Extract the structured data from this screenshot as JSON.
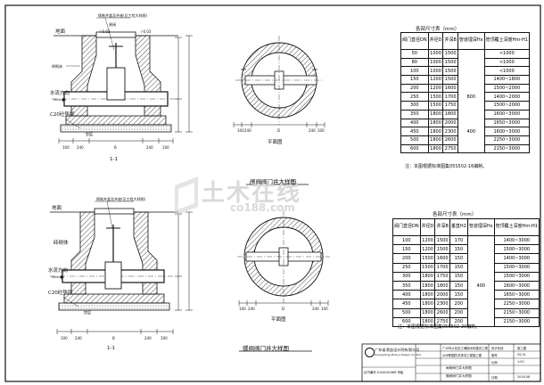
{
  "watermark": {
    "title": "土木在线",
    "site": "co188.com"
  },
  "top_drawing": {
    "caption": "闸阀阀门井大样图",
    "section_label": "1-1",
    "plan_label": "平面图",
    "labels": {
      "ground": "地面",
      "elev_top": "i-0.03",
      "elev_right": "i-0.03",
      "cover_note": "铸铁井盖及井座(见工程大样图)",
      "gate_note": "闸阀",
      "flow_dir": "水流方向",
      "concrete": "C20砼垫层",
      "brick_wall": "砖砌体",
      "cushion": "垫层"
    },
    "dimensions": [
      "100",
      "240",
      "B",
      "240",
      "100"
    ],
    "plan_dims": [
      "100",
      "240",
      "D",
      "240",
      "100"
    ]
  },
  "bottom_drawing": {
    "caption": "蝶阀阀门井大样图",
    "section_label": "1-1",
    "plan_label": "平面图",
    "labels": {
      "ground": "地面",
      "cover_note": "铸铁井盖及井座(见工程大样图)",
      "valve_note": "砖砌体",
      "flow_dir": "水流方向",
      "concrete": "C20砼垫层",
      "cushion": "垫层"
    },
    "dimensions": [
      "100",
      "240",
      "B",
      "240",
      "100"
    ],
    "plan_dims": [
      "100",
      "240",
      "D",
      "240",
      "100"
    ]
  },
  "table1": {
    "title": "各部尺寸表（mm）",
    "headers": [
      "阀门直径DN",
      "井径D",
      "井深B",
      "管道埋深Hx",
      "管顶覆土深度Hm-H1"
    ],
    "rows": [
      [
        "50",
        "1000",
        "1500",
        "",
        "<1000"
      ],
      [
        "80",
        "1000",
        "1500",
        "",
        "<1000"
      ],
      [
        "100",
        "1000",
        "1500",
        "",
        "<1000"
      ],
      [
        "150",
        "1200",
        "1500",
        "",
        "1400~1800"
      ],
      [
        "200",
        "1200",
        "1600",
        "",
        "1500~2000"
      ],
      [
        "250",
        "1500",
        "1700",
        "800",
        "1400~2000"
      ],
      [
        "300",
        "1500",
        "1750",
        "",
        "1500~2000"
      ],
      [
        "350",
        "1800",
        "1800",
        "",
        "1600~3000"
      ],
      [
        "400",
        "1800",
        "2000",
        "",
        "1650~3000"
      ],
      [
        "450",
        "1800",
        "2300",
        "400",
        "1600~3000"
      ],
      [
        "500",
        "1800",
        "2600",
        "",
        "2250~3000"
      ],
      [
        "600",
        "1800",
        "2750",
        "",
        "2150~3000"
      ]
    ],
    "note": "注：本图根据标准图集05S502-16编制。"
  },
  "table2": {
    "title": "各部尺寸表（mm）",
    "headers": [
      "阀门直径DN",
      "井径D",
      "井深B",
      "垂直H2",
      "管道埋深Hx",
      "管顶覆土深度Hm-H1"
    ],
    "rows": [
      [
        "100",
        "1200",
        "1500",
        "170",
        "",
        "1400~3000"
      ],
      [
        "150",
        "1200",
        "1500",
        "150",
        "",
        "1500~3000"
      ],
      [
        "200",
        "1500",
        "1600",
        "150",
        "",
        "1400~3000"
      ],
      [
        "250",
        "1500",
        "1700",
        "150",
        "",
        "1500~3000"
      ],
      [
        "300",
        "1800",
        "1750",
        "150",
        "",
        "1500~3000"
      ],
      [
        "350",
        "1800",
        "1800",
        "150",
        "400",
        "1600~3000"
      ],
      [
        "400",
        "1800",
        "2000",
        "150",
        "",
        "1650~3000"
      ],
      [
        "450",
        "1800",
        "2300",
        "200",
        "",
        "2250~3000"
      ],
      [
        "500",
        "1800",
        "2600",
        "200",
        "",
        "2150~3000"
      ],
      [
        "600",
        "1800",
        "2750",
        "200",
        "",
        "2150~3000"
      ]
    ],
    "note": "注：本图根据标准图集05S502-20编制。"
  },
  "title_block": {
    "company": "广东省湛益设计院有限公司",
    "company_en": "Guangdong Zhanyi Design Co.,Ltd.",
    "cert": "证书编号 A144002468 甲级",
    "project_rows": [
      "广州市从化区江埔镇水利建设工程",
      "大坪联围防洪排涝工程施工图"
    ],
    "drawing_name_1": "闸阀阀门井大样图",
    "drawing_name_2": "蝶阀阀门井大样图",
    "meta": [
      "设计阶段",
      "施工图",
      "图号",
      "SS-01",
      "比例",
      "1:50",
      "日期",
      "2016.08"
    ]
  }
}
